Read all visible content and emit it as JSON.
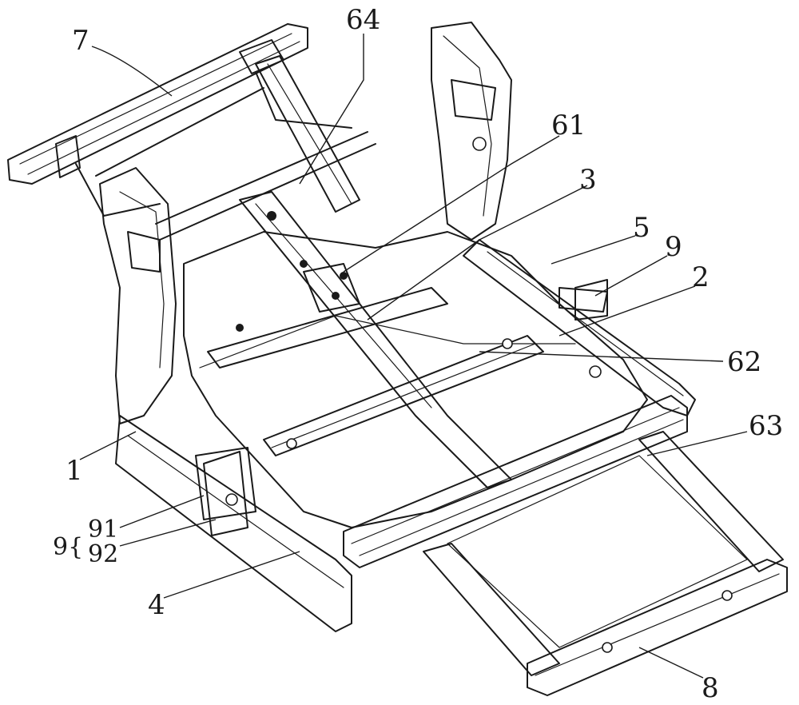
{
  "figure": {
    "labels": {
      "l1": "1",
      "l2": "2",
      "l3": "3",
      "l4": "4",
      "l5": "5",
      "l7": "7",
      "l8": "8",
      "l9": "9",
      "l9_group": "9{",
      "l61": "61",
      "l62": "62",
      "l63": "63",
      "l64": "64",
      "l91": "91",
      "l92": "92"
    }
  },
  "colors": {
    "line": "#1a1a1a",
    "background": "#ffffff"
  }
}
